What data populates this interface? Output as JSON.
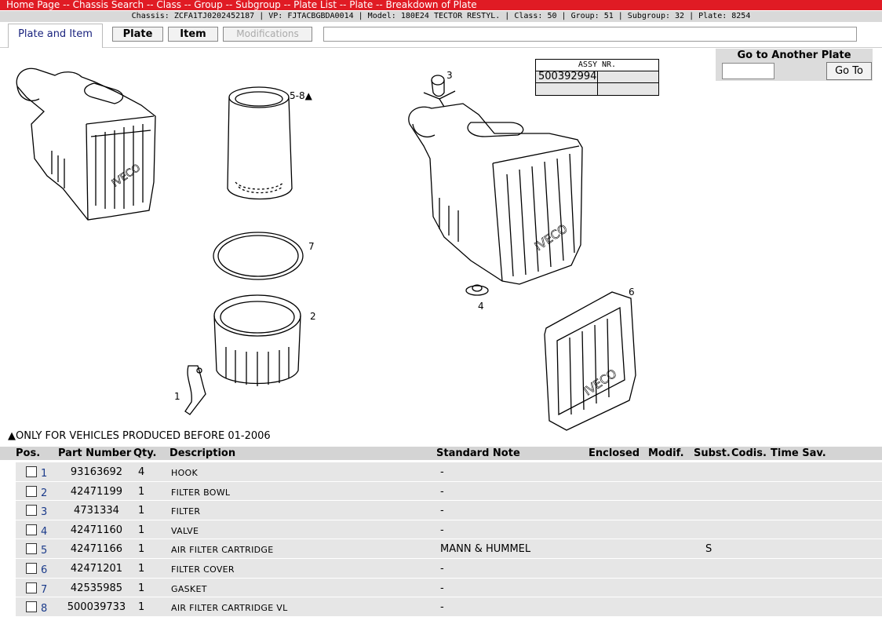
{
  "breadcrumb": [
    "Home Page",
    "Chassis Search",
    "Class",
    "Group",
    "Subgroup",
    "Plate List",
    "Plate",
    "Breakdown of Plate"
  ],
  "breadcrumb_sep": " -- ",
  "chassis_info": "Chassis: ZCFA1TJ0202452187 | VP: FJTACBGBDA0014 | Model: 180E24 TECTOR RESTYL. | Class: 50 | Group: 51 | Subgroup: 32 | Plate: 8254",
  "tabs": {
    "active": "Plate and Item",
    "plate": "Plate",
    "item": "Item",
    "modifications": "Modifications"
  },
  "goto": {
    "title": "Go to Another Plate",
    "button": "Go To",
    "value": ""
  },
  "assy": {
    "header": "ASSY NR.",
    "number": "500392994"
  },
  "callouts": {
    "c1": "1",
    "c2": "2",
    "c3": "3",
    "c4": "4",
    "c58": "5-8▲",
    "c6": "6",
    "c7": "7",
    "brand": "IVECO"
  },
  "footnote": "▲ONLY FOR VEHICLES PRODUCED BEFORE 01-2006",
  "columns": {
    "pos": "Pos.",
    "part_number": "Part Number",
    "qty": "Qty.",
    "description": "Description",
    "standard_note": "Standard Note",
    "enclosed": "Enclosed",
    "modif": "Modif.",
    "subst": "Subst.",
    "codis": "Codis.",
    "time_sav": "Time Sav."
  },
  "rows": [
    {
      "pos": "1",
      "part": "93163692",
      "qty": "4",
      "desc": "HOOK",
      "note": "-",
      "subst": ""
    },
    {
      "pos": "2",
      "part": "42471199",
      "qty": "1",
      "desc": "FILTER BOWL",
      "note": "-",
      "subst": ""
    },
    {
      "pos": "3",
      "part": "4731334",
      "qty": "1",
      "desc": "FILTER",
      "note": "-",
      "subst": ""
    },
    {
      "pos": "4",
      "part": "42471160",
      "qty": "1",
      "desc": "VALVE",
      "note": "-",
      "subst": ""
    },
    {
      "pos": "5",
      "part": "42471166",
      "qty": "1",
      "desc": "AIR FILTER CARTRIDGE",
      "note": "MANN & HUMMEL",
      "subst": "S"
    },
    {
      "pos": "6",
      "part": "42471201",
      "qty": "1",
      "desc": "FILTER COVER",
      "note": "-",
      "subst": ""
    },
    {
      "pos": "7",
      "part": "42535985",
      "qty": "1",
      "desc": "GASKET",
      "note": "-",
      "subst": ""
    },
    {
      "pos": "8",
      "part": "500039733",
      "qty": "1",
      "desc": "AIR FILTER CARTRIDGE VL",
      "note": "-",
      "subst": ""
    }
  ]
}
